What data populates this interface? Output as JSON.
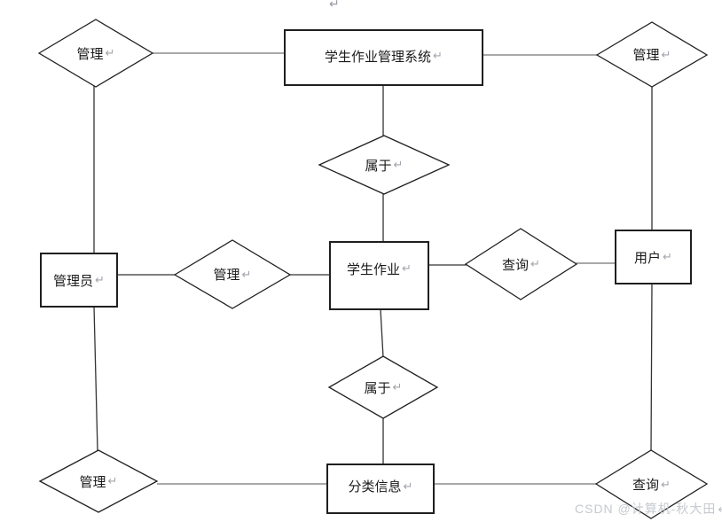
{
  "diagram": {
    "entities": {
      "system": "学生作业管理系统",
      "admin": "管理员",
      "homework": "学生作业",
      "user": "用户",
      "category": "分类信息"
    },
    "relations": {
      "manage_top_left": "管理",
      "manage_top_right": "管理",
      "belongs_upper": "属于",
      "manage_left": "管理",
      "query_right": "查询",
      "belongs_lower": "属于",
      "manage_bottom_left": "管理",
      "query_bottom_right": "查询"
    },
    "return_mark": "↵",
    "stray_return_mark": "↵"
  },
  "watermark": {
    "text": "CSDN @计算机-秋大田"
  },
  "colors": {
    "shape_border": "#1f1f1f",
    "connector_dark": "#333333",
    "connector_gray": "#8c8c8c",
    "label_text": "#1a1a1a",
    "return_mark": "#a2a4ac",
    "watermark_text": "#c6c9cf"
  }
}
